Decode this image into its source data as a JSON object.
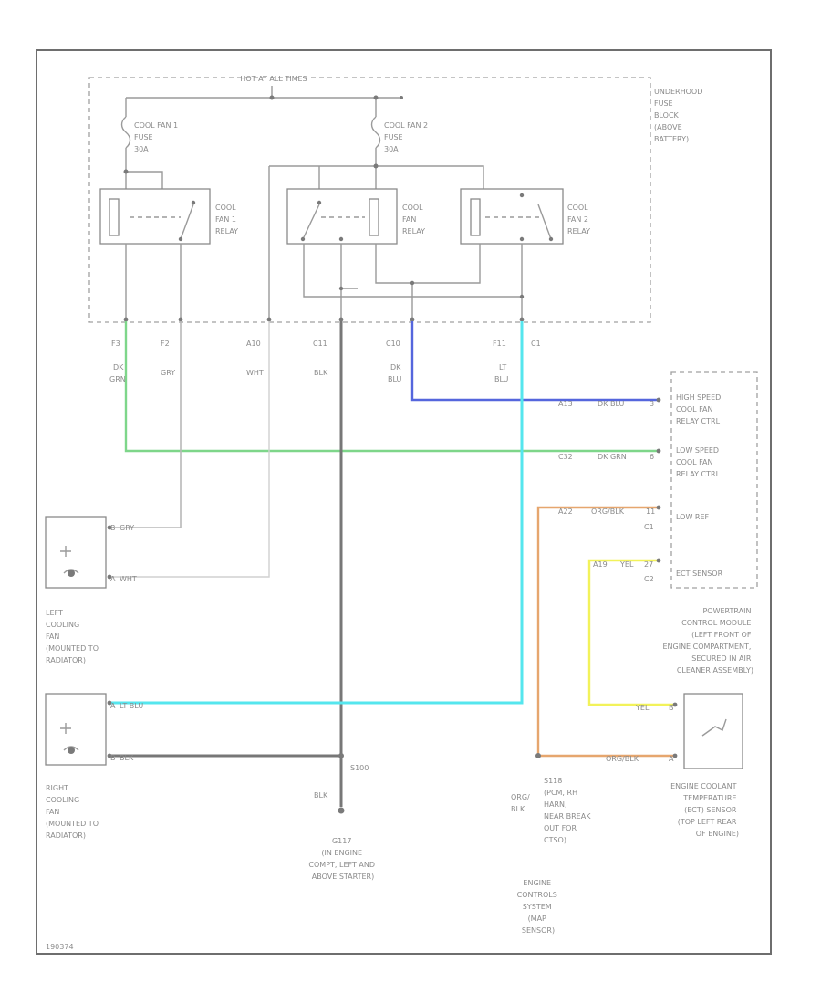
{
  "fuse_box": {
    "hot_label": "HOT AT ALL TIMES",
    "name": [
      "UNDERHOOD",
      "FUSE",
      "BLOCK",
      "(ABOVE",
      "BATTERY)"
    ],
    "fuse1": [
      "COOL FAN 1",
      "FUSE",
      "30A"
    ],
    "fuse2": [
      "COOL FAN 2",
      "FUSE",
      "30A"
    ],
    "relay1": [
      "COOL",
      "FAN 1",
      "RELAY"
    ],
    "relay_mid": [
      "COOL",
      "FAN",
      "RELAY"
    ],
    "relay2": [
      "COOL",
      "FAN 2",
      "RELAY"
    ],
    "pins": [
      "F3",
      "F2",
      "A10",
      "C11",
      "C10",
      "F11",
      "C1"
    ]
  },
  "wires": [
    {
      "color_code": [
        "DK",
        "GRN"
      ],
      "hex": "#7ed68a"
    },
    {
      "color_code": [
        "GRY"
      ],
      "hex": "#b8b8b8"
    },
    {
      "color_code": [
        "WHT"
      ],
      "hex": "#d0d0d0"
    },
    {
      "color_code": [
        "BLK"
      ],
      "hex": "#777777"
    },
    {
      "color_code": [
        "DK",
        "BLU"
      ],
      "hex": "#5566dd"
    },
    {
      "color_code": [
        "LT",
        "BLU"
      ],
      "hex": "#55e6ee"
    }
  ],
  "pcm": {
    "label": [
      "POWERTRAIN",
      "CONTROL MODULE",
      "(LEFT FRONT OF",
      "ENGINE COMPARTMENT,",
      "SECURED IN AIR",
      "CLEANER ASSEMBLY)"
    ],
    "functions": [
      [
        "HIGH SPEED",
        "COOL FAN",
        "RELAY CTRL"
      ],
      [
        "LOW SPEED",
        "COOL FAN",
        "RELAY CTRL"
      ],
      [
        "LOW REF"
      ],
      [
        "ECT SENSOR"
      ]
    ],
    "connectors": [
      "C1",
      "C2"
    ],
    "pin_labels": [
      [
        "A13",
        "DK BLU",
        "3"
      ],
      [
        "C32",
        "DK GRN",
        "6"
      ],
      [
        "A22",
        "ORG/BLK",
        "11"
      ],
      [
        "A19",
        "YEL",
        "27"
      ]
    ],
    "wire_colors": {
      "orange": "#e6a66e",
      "yellow": "#f2f25a"
    }
  },
  "left_fan": {
    "label": [
      "LEFT",
      "COOLING",
      "FAN",
      "(MOUNTED TO",
      "RADIATOR)"
    ],
    "pins": [
      [
        "B",
        "GRY"
      ],
      [
        "A",
        "WHT"
      ]
    ]
  },
  "right_fan": {
    "label": [
      "RIGHT",
      "COOLING",
      "FAN",
      "(MOUNTED TO",
      "RADIATOR)"
    ],
    "pins": [
      [
        "A",
        "LT BLU"
      ],
      [
        "B",
        "BLK"
      ]
    ]
  },
  "ground": {
    "splice": "S100",
    "wire": "BLK",
    "name": [
      "G117",
      "(IN ENGINE",
      "COMPT, LEFT AND",
      "ABOVE STARTER)"
    ]
  },
  "ect": {
    "pins": [
      [
        "YEL",
        "B"
      ],
      [
        "ORG/BLK",
        "A"
      ]
    ],
    "label": [
      "ENGINE COOLANT",
      "TEMPERATURE",
      "(ECT) SENSOR",
      "(TOP LEFT REAR",
      "OF ENGINE)"
    ]
  },
  "splice_s118": {
    "wire": [
      "ORG/",
      "BLK"
    ],
    "label": [
      "S118",
      "(PCM, RH",
      "HARN,",
      "NEAR BREAK",
      "OUT FOR",
      "CTSO)"
    ]
  },
  "engine_controls": [
    "ENGINE",
    "CONTROLS",
    "SYSTEM",
    "(MAP",
    "SENSOR)"
  ],
  "figure_id": "190374"
}
